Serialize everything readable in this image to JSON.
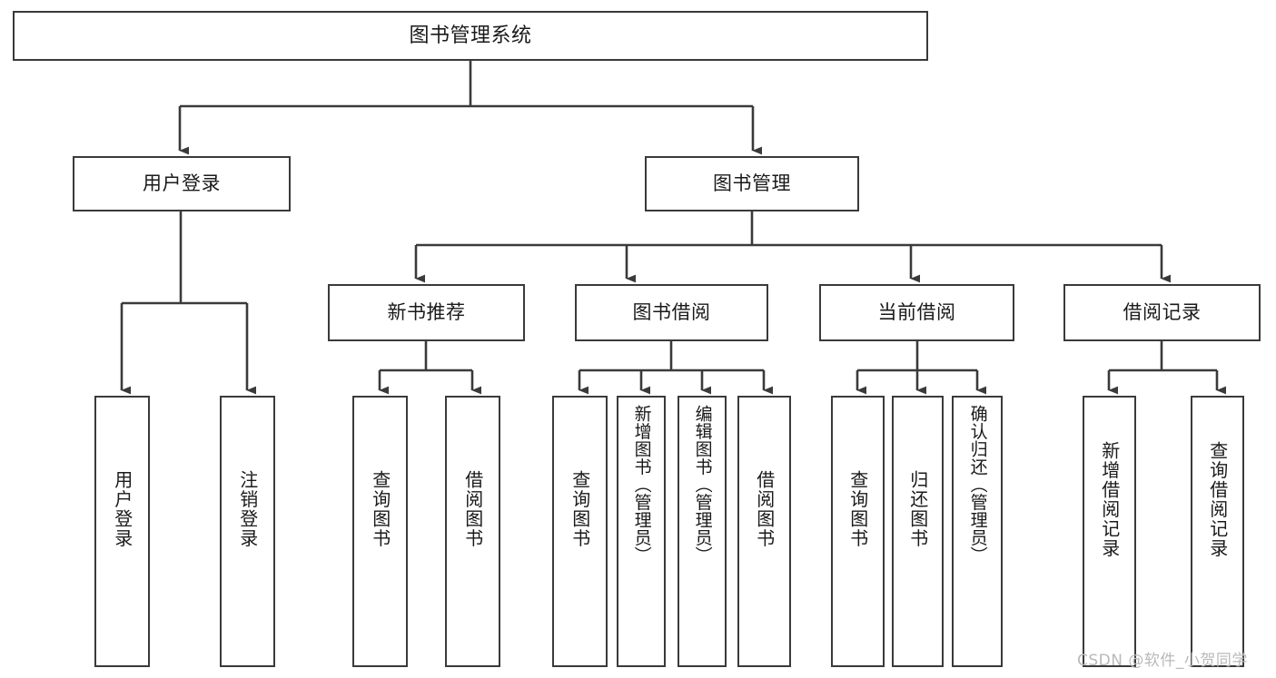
{
  "diagram": {
    "title": "图书管理系统",
    "type": "hierarchy-tree",
    "root": {
      "id": "root",
      "label": "图书管理系统",
      "orientation": "horizontal"
    },
    "level1": [
      {
        "id": "user-login",
        "label": "用户登录",
        "orientation": "horizontal"
      },
      {
        "id": "book-management",
        "label": "图书管理",
        "orientation": "horizontal"
      }
    ],
    "level2": [
      {
        "id": "new-book-recommend",
        "label": "新书推荐",
        "orientation": "horizontal",
        "parent": "book-management"
      },
      {
        "id": "book-borrow",
        "label": "图书借阅",
        "orientation": "horizontal",
        "parent": "book-management"
      },
      {
        "id": "current-borrow",
        "label": "当前借阅",
        "orientation": "horizontal",
        "parent": "book-management"
      },
      {
        "id": "borrow-record",
        "label": "借阅记录",
        "orientation": "horizontal",
        "parent": "book-management"
      }
    ],
    "leaves": [
      {
        "id": "leaf-user-login",
        "label": "用户登录",
        "orientation": "vertical",
        "parent": "user-login"
      },
      {
        "id": "leaf-logout",
        "label": "注销登录",
        "orientation": "vertical",
        "parent": "user-login"
      },
      {
        "id": "leaf-query-book-1",
        "label": "查询图书",
        "orientation": "vertical",
        "parent": "new-book-recommend"
      },
      {
        "id": "leaf-borrow-book-1",
        "label": "借阅图书",
        "orientation": "vertical",
        "parent": "new-book-recommend"
      },
      {
        "id": "leaf-query-book-2",
        "label": "查询图书",
        "orientation": "vertical",
        "parent": "book-borrow"
      },
      {
        "id": "leaf-add-book",
        "label": "新增图书（管理员）",
        "orientation": "vertical",
        "parent": "book-borrow"
      },
      {
        "id": "leaf-edit-book",
        "label": "编辑图书（管理员）",
        "orientation": "vertical",
        "parent": "book-borrow"
      },
      {
        "id": "leaf-borrow-book-2",
        "label": "借阅图书",
        "orientation": "vertical",
        "parent": "book-borrow"
      },
      {
        "id": "leaf-query-book-3",
        "label": "查询图书",
        "orientation": "vertical",
        "parent": "current-borrow"
      },
      {
        "id": "leaf-return-book",
        "label": "归还图书",
        "orientation": "vertical",
        "parent": "current-borrow"
      },
      {
        "id": "leaf-confirm-return",
        "label": "确认归还（管理员）",
        "orientation": "vertical",
        "parent": "current-borrow"
      },
      {
        "id": "leaf-add-record",
        "label": "新增借阅记录",
        "orientation": "vertical",
        "parent": "borrow-record"
      },
      {
        "id": "leaf-query-record",
        "label": "查询借阅记录",
        "orientation": "vertical",
        "parent": "borrow-record"
      }
    ]
  },
  "watermark": {
    "text": "CSDN @软件_小贺同学"
  },
  "colors": {
    "stroke": "#3a3a3a",
    "background": "#ffffff",
    "text": "#1a1a1a",
    "watermark": "#b9b9b9"
  }
}
